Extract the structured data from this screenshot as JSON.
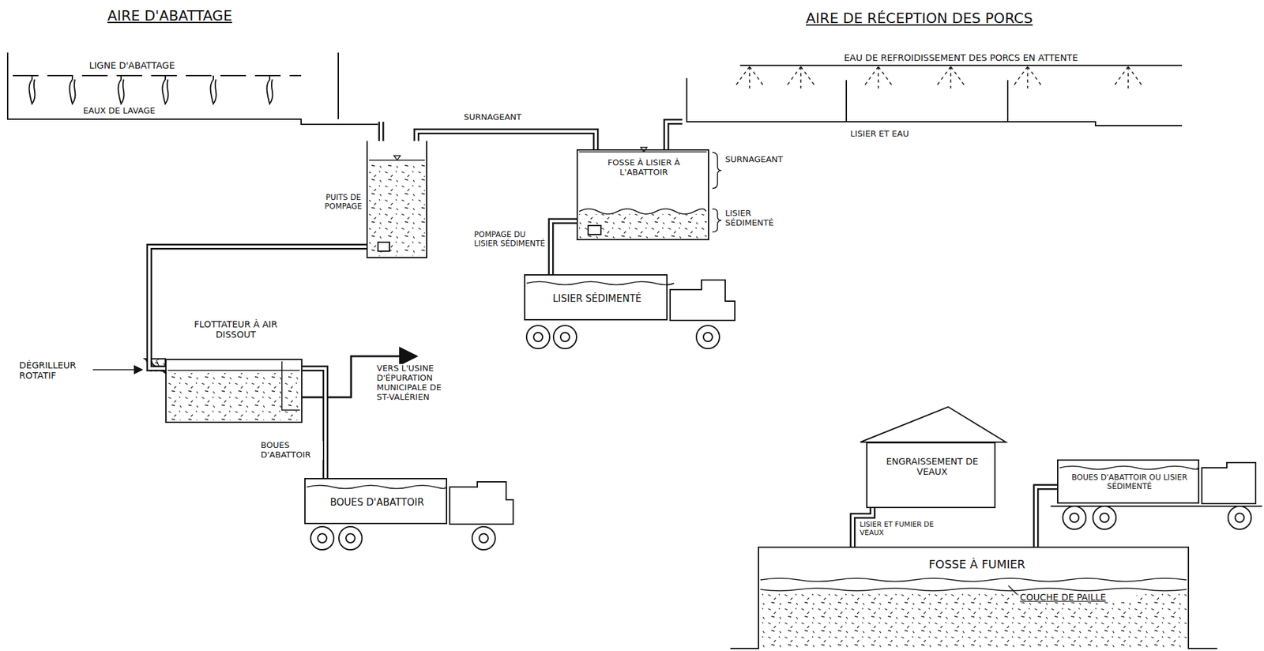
{
  "diagram": {
    "nodes": [
      {
        "text": [
          "AIRE D'ABATTAGE",
          "LIGNE D'ABATTAGE",
          "EAUX DE LAVAGE"
        ]
      },
      {
        "text": [
          "PUITS DE POMPAGE"
        ]
      },
      {
        "text": [
          "FOSSE À LISIER À L'ABATTOIR"
        ]
      },
      {
        "text": [
          "AIRE DE RÉCEPTION DES PORCS",
          "EAU DE REFROIDISSEMENT DES PORCS EN ATTENTE",
          "LISIER ET EAU"
        ]
      },
      {
        "text": [
          "LISIER SÉDIMENTÉ"
        ]
      },
      {
        "text": [
          "FLOTTATEUR À AIR DISSOUT"
        ]
      },
      {
        "text": [
          "BOUES D'ABATTOIR"
        ]
      },
      {
        "text": [
          "ENGRAISSEMENT DE VEAUX"
        ]
      },
      {
        "text": [
          "BOUES D'ABATTOIR OU LISIER SÉDIMENTÉ"
        ]
      },
      {
        "text": [
          "FOSSE À FUMIER"
        ]
      }
    ],
    "edges": [
      {
        "from": 0,
        "to": 1,
        "arrow": "none"
      },
      {
        "from": 1,
        "to": 2,
        "label": "SURNAGEANT",
        "arrow": "none"
      },
      {
        "from": 3,
        "to": 2,
        "arrow": "none"
      },
      {
        "from": 2,
        "to": 4,
        "label": "POMPAGE DU LISIER SÉDIMENTÉ",
        "arrow": "none"
      },
      {
        "from": 1,
        "to": 5,
        "arrow": "none"
      },
      {
        "from": 5,
        "to": 6,
        "label": "BOUES D'ABATTOIR",
        "arrow": "none"
      },
      {
        "from": 7,
        "to": 9,
        "label": "LISIER ET FUMIER DE VEAUX",
        "arrow": "none"
      },
      {
        "from": 8,
        "to": 9,
        "arrow": "none"
      }
    ],
    "labels": [
      "SURNAGEANT",
      "LISIER SÉDIMENTÉ",
      "DÉGRILLEUR ROTATIF",
      "VERS L'USINE D'ÉPURATION MUNICIPALE DE ST-VALÉRIEN",
      "COUCHE DE PAILLE"
    ]
  }
}
